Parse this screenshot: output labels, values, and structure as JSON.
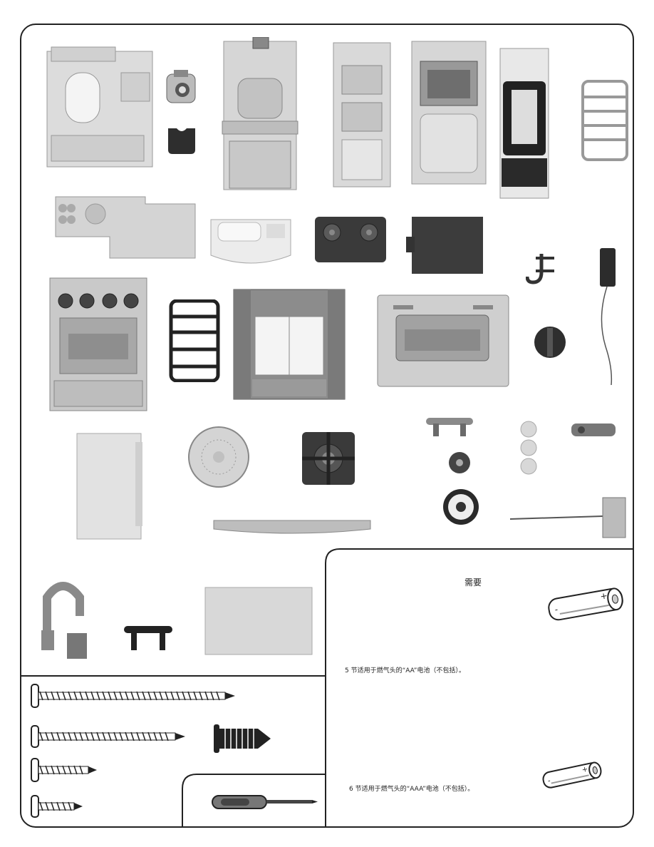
{
  "batteries": {
    "required_label": "需要",
    "aa_note": "5 节适用于燃气头的“AA”电池（不包括）。",
    "aaa_note": "6 节适用于燃气头的“AAA”电池（不包括）。",
    "plus_sign": "+",
    "minus_sign": "-"
  },
  "colors": {
    "outline": "#222222",
    "part_light": "#d8d8d8",
    "part_mid": "#a8a8a8",
    "part_dark": "#3a3a3a"
  }
}
